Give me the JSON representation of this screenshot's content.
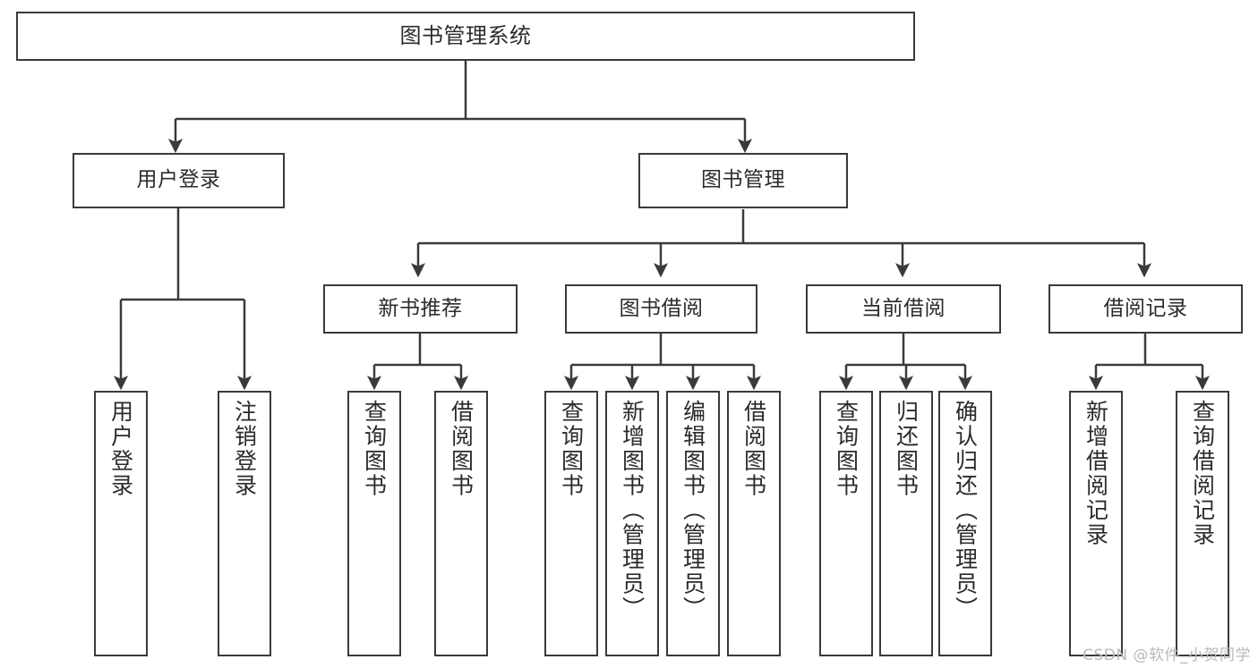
{
  "diagram": {
    "title": "图书管理系统",
    "type": "tree-hierarchy",
    "watermark": "CSDN @软件_小贺同学",
    "colors": {
      "node_border": "#3a3a3a",
      "node_fill": "#ffffff",
      "edge": "#3a3a3a",
      "text": "#2b2b2b",
      "background": "#ffffff",
      "watermark": "#b9b9b9"
    },
    "nodes": {
      "root": {
        "label": "图书管理系统"
      },
      "level1": [
        {
          "id": "user-login",
          "label": "用户登录"
        },
        {
          "id": "book-manage",
          "label": "图书管理"
        }
      ],
      "level2": [
        {
          "id": "new-book-recommend",
          "label": "新书推荐"
        },
        {
          "id": "book-borrow",
          "label": "图书借阅"
        },
        {
          "id": "current-borrow",
          "label": "当前借阅"
        },
        {
          "id": "borrow-record",
          "label": "借阅记录"
        }
      ],
      "leaves": {
        "user-login": [
          {
            "id": "leaf-user-login",
            "label": "用户登录"
          },
          {
            "id": "leaf-user-logout",
            "label": "注销登录"
          }
        ],
        "new-book-recommend": [
          {
            "id": "leaf-query-book-1",
            "label": "查询图书"
          },
          {
            "id": "leaf-borrow-book-1",
            "label": "借阅图书"
          }
        ],
        "book-borrow": [
          {
            "id": "leaf-query-book-2",
            "label": "查询图书"
          },
          {
            "id": "leaf-add-book",
            "label": "新增图书（管理员）"
          },
          {
            "id": "leaf-edit-book",
            "label": "编辑图书（管理员）"
          },
          {
            "id": "leaf-borrow-book-2",
            "label": "借阅图书"
          }
        ],
        "current-borrow": [
          {
            "id": "leaf-query-book-3",
            "label": "查询图书"
          },
          {
            "id": "leaf-return-book",
            "label": "归还图书"
          },
          {
            "id": "leaf-confirm-return",
            "label": "确认归还（管理员）"
          }
        ],
        "borrow-record": [
          {
            "id": "leaf-add-record",
            "label": "新增借阅记录"
          },
          {
            "id": "leaf-query-record",
            "label": "查询借阅记录"
          }
        ]
      }
    },
    "edges": [
      {
        "from": "图书管理系统",
        "to": "用户登录"
      },
      {
        "from": "图书管理系统",
        "to": "图书管理"
      },
      {
        "from": "图书管理",
        "to": "新书推荐"
      },
      {
        "from": "图书管理",
        "to": "图书借阅"
      },
      {
        "from": "图书管理",
        "to": "当前借阅"
      },
      {
        "from": "图书管理",
        "to": "借阅记录"
      },
      {
        "from": "用户登录",
        "to": "用户登录"
      },
      {
        "from": "用户登录",
        "to": "注销登录"
      },
      {
        "from": "新书推荐",
        "to": "查询图书"
      },
      {
        "from": "新书推荐",
        "to": "借阅图书"
      },
      {
        "from": "图书借阅",
        "to": "查询图书"
      },
      {
        "from": "图书借阅",
        "to": "新增图书（管理员）"
      },
      {
        "from": "图书借阅",
        "to": "编辑图书（管理员）"
      },
      {
        "from": "图书借阅",
        "to": "借阅图书"
      },
      {
        "from": "当前借阅",
        "to": "查询图书"
      },
      {
        "from": "当前借阅",
        "to": "归还图书"
      },
      {
        "from": "当前借阅",
        "to": "确认归还（管理员）"
      },
      {
        "from": "借阅记录",
        "to": "新增借阅记录"
      },
      {
        "from": "借阅记录",
        "to": "查询借阅记录"
      }
    ]
  }
}
